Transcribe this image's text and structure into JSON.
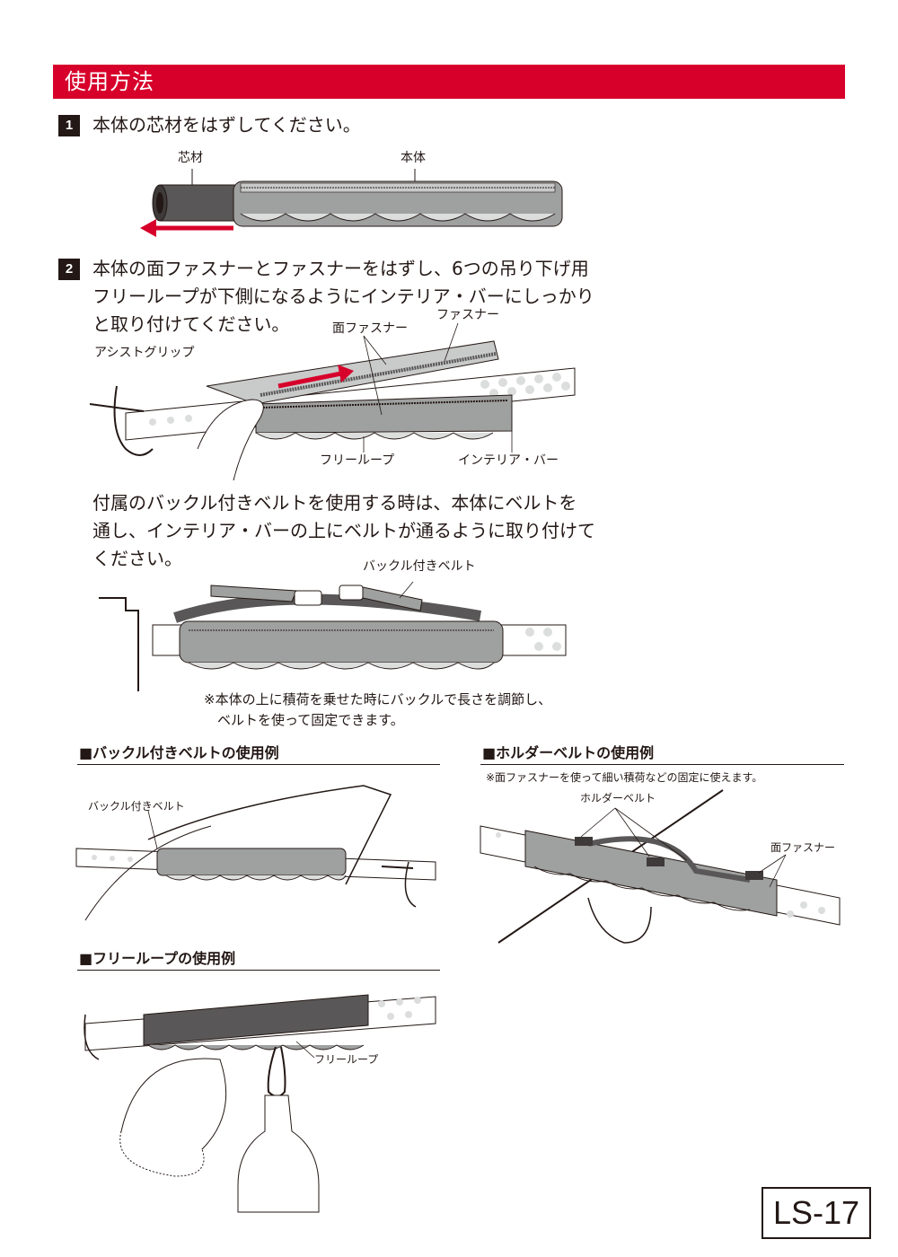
{
  "header": {
    "title": "使用方法"
  },
  "step1": {
    "number": "1",
    "text": "本体の芯材をはずしてください。",
    "labels": {
      "core": "芯材",
      "body": "本体"
    }
  },
  "step2": {
    "number": "2",
    "text": "本体の面ファスナーとファスナーをはずし、6つの吊り下げ用\nフリーループが下側になるようにインテリア・バーにしっかり\nと取り付けてください。",
    "labels": {
      "velcro": "面ファスナー",
      "zipper": "ファスナー",
      "assist_grip": "アシストグリップ",
      "free_loop": "フリーループ",
      "interior_bar": "インテリア・バー"
    },
    "belt_text": "付属のバックル付きベルトを使用する時は、本体にベルトを\n通し、インテリア・バーの上にベルトが通るように取り付けて\nください。",
    "belt_label": "バックル付きベルト",
    "note": "※本体の上に積荷を乗せた時にバックルで長さを調節し、\n　ベルトを使って固定できます。"
  },
  "examples": {
    "buckle_belt": {
      "title": "■バックル付きベルトの使用例",
      "label": "バックル付きベルト"
    },
    "holder_belt": {
      "title": "■ホルダーベルトの使用例",
      "note": "※面ファスナーを使って細い積荷などの固定に使えます。",
      "label_belt": "ホルダーベルト",
      "label_velcro": "面ファスナー"
    },
    "free_loop": {
      "title": "■フリーループの使用例",
      "label": "フリーループ"
    }
  },
  "model": "LS-17",
  "colors": {
    "accent": "#d7002b",
    "ink": "#231815",
    "body_gray": "#9fa0a0",
    "light_gray": "#dcdddd"
  }
}
